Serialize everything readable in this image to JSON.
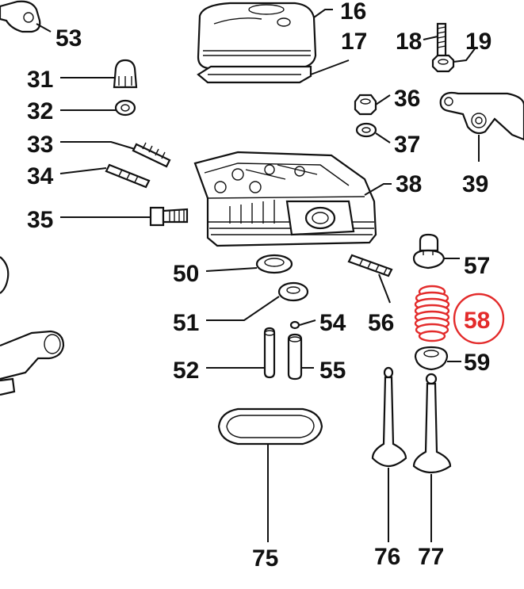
{
  "diagram": {
    "highlight_color": "#e32b2b",
    "highlighted_part": "58",
    "labels": [
      {
        "key": "p16",
        "text": "16"
      },
      {
        "key": "p53",
        "text": "53"
      },
      {
        "key": "p17",
        "text": "17"
      },
      {
        "key": "p18",
        "text": "18"
      },
      {
        "key": "p19",
        "text": "19"
      },
      {
        "key": "p31",
        "text": "31"
      },
      {
        "key": "p32",
        "text": "32"
      },
      {
        "key": "p36",
        "text": "36"
      },
      {
        "key": "p37",
        "text": "37"
      },
      {
        "key": "p33",
        "text": "33"
      },
      {
        "key": "p34",
        "text": "34"
      },
      {
        "key": "p38",
        "text": "38"
      },
      {
        "key": "p39",
        "text": "39"
      },
      {
        "key": "p35",
        "text": "35"
      },
      {
        "key": "p57",
        "text": "57"
      },
      {
        "key": "p50",
        "text": "50"
      },
      {
        "key": "p58",
        "text": "58"
      },
      {
        "key": "p51",
        "text": "51"
      },
      {
        "key": "p54",
        "text": "54"
      },
      {
        "key": "p56",
        "text": "56"
      },
      {
        "key": "p52",
        "text": "52"
      },
      {
        "key": "p55",
        "text": "55"
      },
      {
        "key": "p59",
        "text": "59"
      },
      {
        "key": "p75",
        "text": "75"
      },
      {
        "key": "p76",
        "text": "76"
      },
      {
        "key": "p77",
        "text": "77"
      }
    ]
  }
}
